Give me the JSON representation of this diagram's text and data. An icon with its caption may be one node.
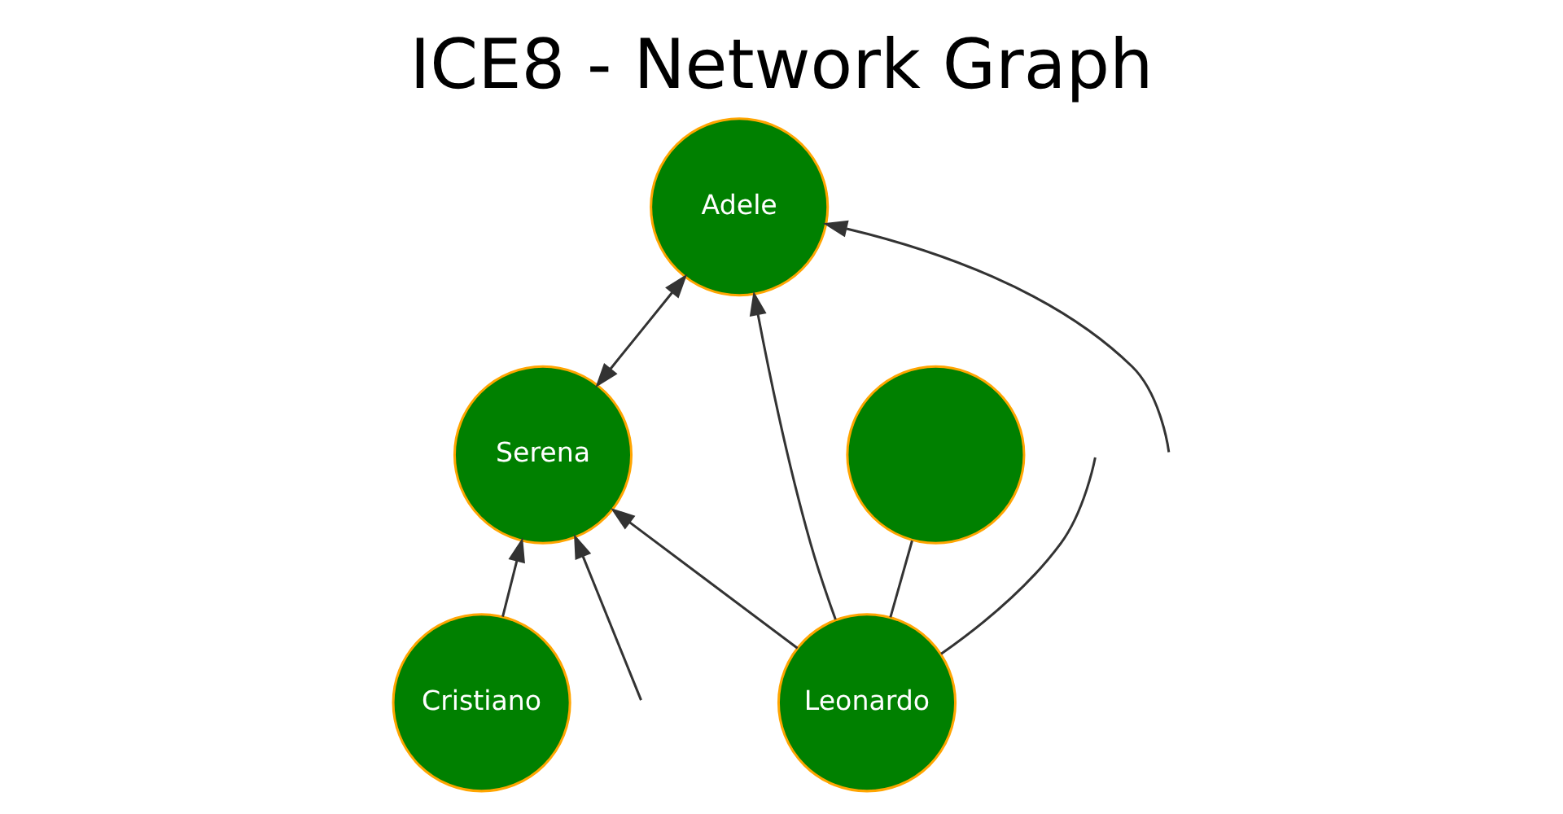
{
  "diagram": {
    "title": "ICE8 - Network Graph",
    "nodes": [
      {
        "text": [
          "Adele"
        ]
      },
      {
        "text": [
          "Leonardo"
        ]
      },
      {
        "text": [
          "Serena"
        ]
      },
      {
        "text": [
          "Cristiano"
        ]
      },
      {
        "text": [],
        "shape": "circle"
      }
    ],
    "edges": [
      {
        "from": 1,
        "to": 0,
        "arrow": "to"
      },
      {
        "from": 1,
        "to": 2,
        "arrow": "to"
      },
      {
        "from": 2,
        "to": 0,
        "arrow": "both"
      },
      {
        "from": 3,
        "to": 2,
        "arrow": "to"
      },
      {
        "from": null,
        "to": 0,
        "arrow": "to"
      },
      {
        "from": null,
        "to": 2,
        "arrow": "to"
      },
      {
        "from": 1,
        "to": null,
        "arrow": "none"
      },
      {
        "from": 1,
        "to": 4,
        "arrow": "none"
      }
    ]
  }
}
